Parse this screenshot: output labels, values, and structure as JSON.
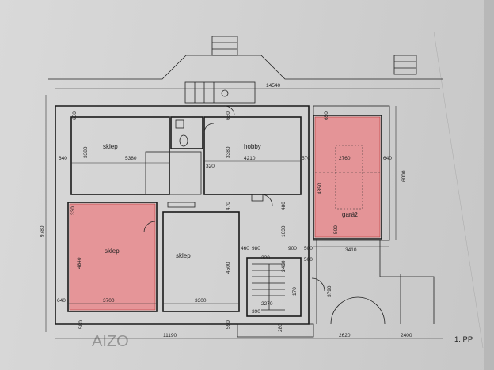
{
  "plan": {
    "dims": {
      "top_overall": "14540",
      "left_height": "9780",
      "bottom_left": "11190",
      "bottom_mid": "2620",
      "bottom_right": "2400",
      "garage_width": "3410",
      "garage_height": "6000",
      "garage_inner": "4850",
      "garage_span": "2760",
      "hobby_width": "4210",
      "hobby_height": "3380",
      "sklep1_width": "5380",
      "sklep1_height": "3380",
      "sklep2_width": "3700",
      "sklep2_height": "4840",
      "sklep3_width": "3300",
      "sklep3_height": "4500",
      "wall_640_a": "640",
      "wall_640_b": "640",
      "wall_640_c": "640",
      "wall_650_a": "650",
      "wall_650_b": "650",
      "wall_650_c": "650",
      "wall_570": "570",
      "wall_320_a": "320",
      "wall_320_b": "320",
      "wall_330": "330",
      "wall_470": "470",
      "wall_480": "480",
      "wall_460": "460",
      "wall_980": "980",
      "wall_900": "900",
      "wall_500_a": "500",
      "wall_500_b": "500",
      "wall_500_c": "500",
      "wall_1030": "1030",
      "wall_2460": "2460",
      "wall_2270": "2270",
      "wall_390": "390",
      "wall_170": "170",
      "wall_3790": "3790",
      "wall_580": "580",
      "wall_590": "590",
      "wall_280": "280"
    },
    "rooms": {
      "sklep_top": "sklep",
      "hobby": "hobby",
      "garaz": "garáž",
      "sklep_left": "sklep",
      "sklep_mid": "sklep"
    },
    "floor_label": "1. PP",
    "watermark": "AIZO"
  },
  "colors": {
    "highlight": "#e8898d",
    "line": "#1a1a1a"
  }
}
